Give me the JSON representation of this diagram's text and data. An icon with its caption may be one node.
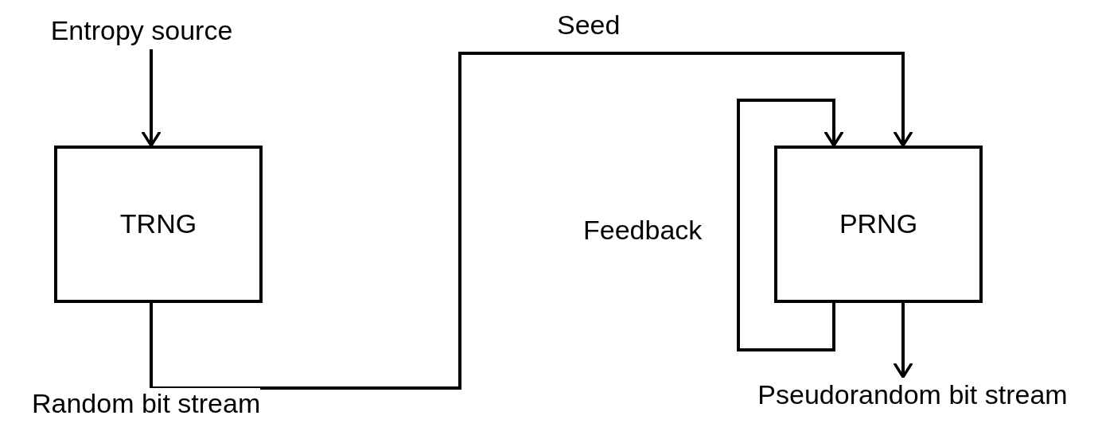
{
  "diagram": {
    "nodes": [
      {
        "text": [
          "TRNG"
        ]
      },
      {
        "text": [
          "PRNG"
        ]
      },
      {
        "text": [
          "Entropy source"
        ]
      },
      {
        "text": [
          "Pseudorandom bit stream"
        ]
      }
    ],
    "edges": [
      {
        "from": 2,
        "to": 0,
        "arrow": "to"
      },
      {
        "from": 0,
        "to": 1,
        "arrow": "to",
        "label": "Seed"
      },
      {
        "from": 1,
        "to": 1,
        "arrow": "to",
        "label": "Feedback"
      },
      {
        "from": 1,
        "to": 3,
        "arrow": "to"
      }
    ],
    "labels": [
      "Random bit stream"
    ]
  }
}
